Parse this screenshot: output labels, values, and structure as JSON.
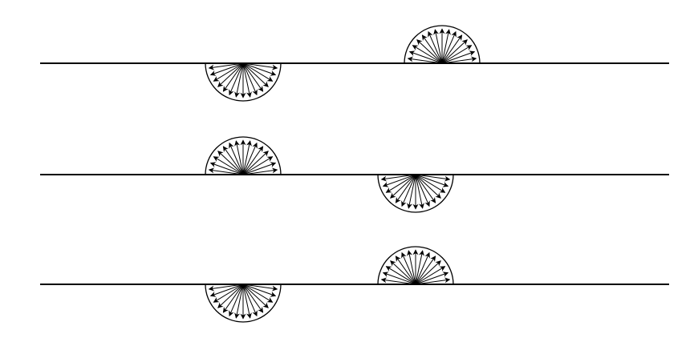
{
  "diagram": {
    "description_visible_text": "",
    "line_color": "#000000",
    "background": "#ffffff",
    "rows": [
      {
        "semicircles": [
          {
            "side": "below",
            "arrow_count": 15
          },
          {
            "side": "above",
            "arrow_count": 15
          }
        ]
      },
      {
        "semicircles": [
          {
            "side": "above",
            "arrow_count": 15
          },
          {
            "side": "below",
            "arrow_count": 15
          }
        ]
      },
      {
        "semicircles": [
          {
            "side": "below",
            "arrow_count": 15
          },
          {
            "side": "above",
            "arrow_count": 15
          }
        ]
      }
    ]
  }
}
